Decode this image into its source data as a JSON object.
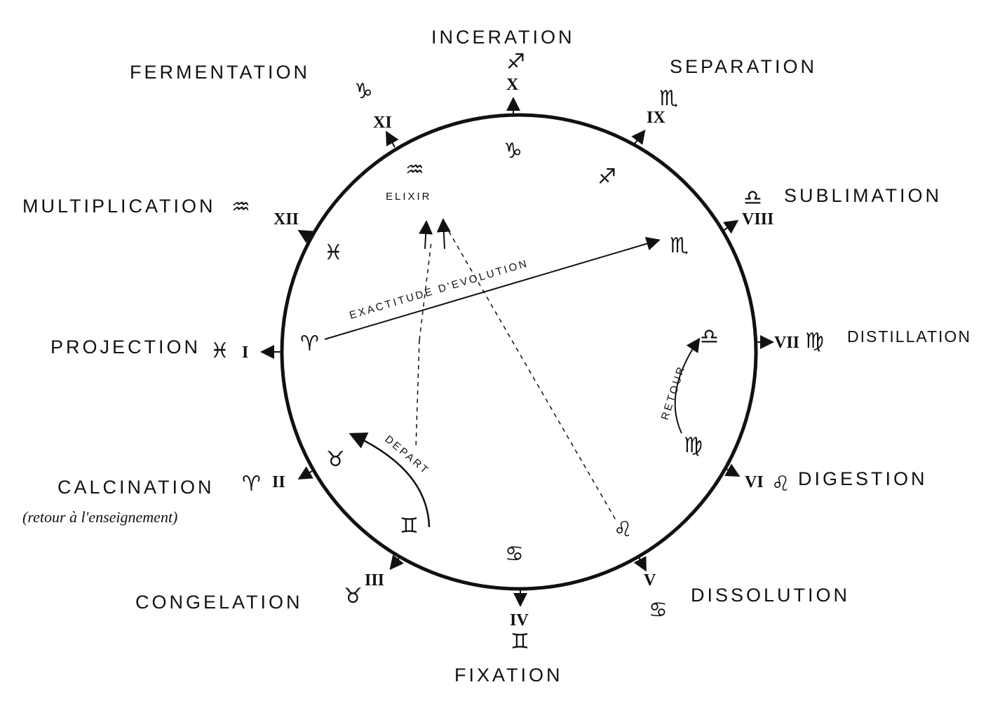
{
  "stages": {
    "incerations": "INCERATION",
    "separation": "SEPARATION",
    "fermentation": "FERMENTATION",
    "sublimation": "SUBLIMATION",
    "multiplication": "MULTIPLICATION",
    "projection": "PROJECTION",
    "distillation": "DISTILLATION",
    "digestion": "DIGESTION",
    "calcination": "CALCINATION",
    "calcination_note": "(retour à l'enseignement)",
    "congelation": "CONGELATION",
    "dissolution": "DISSOLUTION",
    "fixation": "FIXATION"
  },
  "numerals": [
    "I",
    "II",
    "III",
    "IV",
    "V",
    "VI",
    "VII",
    "VIII",
    "IX",
    "X",
    "XI",
    "XII"
  ],
  "inner": {
    "elixir": "ELIXIR",
    "evolution": "EXACTITUDE D'EVOLUTION",
    "depart": "DEPART",
    "retour": "RETOUR"
  },
  "signs": {
    "aries": "♈",
    "taurus": "♉",
    "gemini": "♊",
    "cancer": "♋",
    "leo": "♌",
    "virgo": "♍",
    "libra": "♎",
    "scorpio": "♏",
    "sagittarius": "♐",
    "capricorn": "♑",
    "aquarius": "♒",
    "pisces": "♓"
  }
}
